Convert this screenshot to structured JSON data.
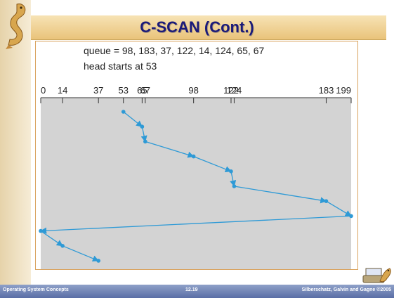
{
  "slide": {
    "title": "C-SCAN (Cont.)",
    "queue_line": "queue = 98, 183, 37, 122, 14, 124, 65, 67",
    "head_line": "head starts at 53"
  },
  "footer": {
    "left": "Operating System Concepts",
    "center": "12.19",
    "right": "Silberschatz, Galvin and Gagne ©2005"
  },
  "chart_data": {
    "type": "line",
    "title": "",
    "xlabel": "",
    "ylabel": "",
    "xlim": [
      0,
      199
    ],
    "tick_values": [
      0,
      14,
      37,
      53,
      65,
      67,
      98,
      122,
      124,
      183,
      199
    ],
    "tick_labels": [
      "0",
      "14",
      "37",
      "53",
      "65",
      "67",
      "98",
      "122",
      "124",
      "183",
      "199"
    ],
    "head_sequence": [
      53,
      65,
      67,
      98,
      122,
      124,
      183,
      199,
      0,
      14,
      37
    ],
    "colors": {
      "line": "#2e9ad6",
      "plot_bg": "#d3d3d3",
      "axis": "#333333"
    }
  }
}
